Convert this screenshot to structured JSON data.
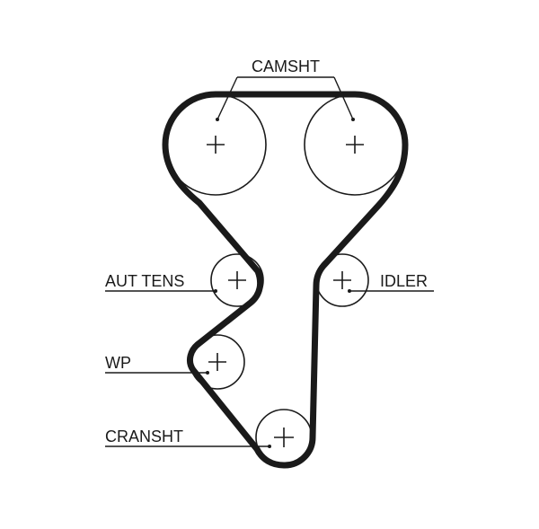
{
  "diagram": {
    "labels": {
      "camshaft": "CAMSHT",
      "auto_tensioner": "AUT TENS",
      "idler": "IDLER",
      "water_pump": "WP",
      "crankshaft": "CRANSHT"
    },
    "colors": {
      "belt": "#1a1a1a",
      "pulley": "#1a1a1a",
      "text": "#1a1a1a",
      "background": "#ffffff"
    }
  }
}
